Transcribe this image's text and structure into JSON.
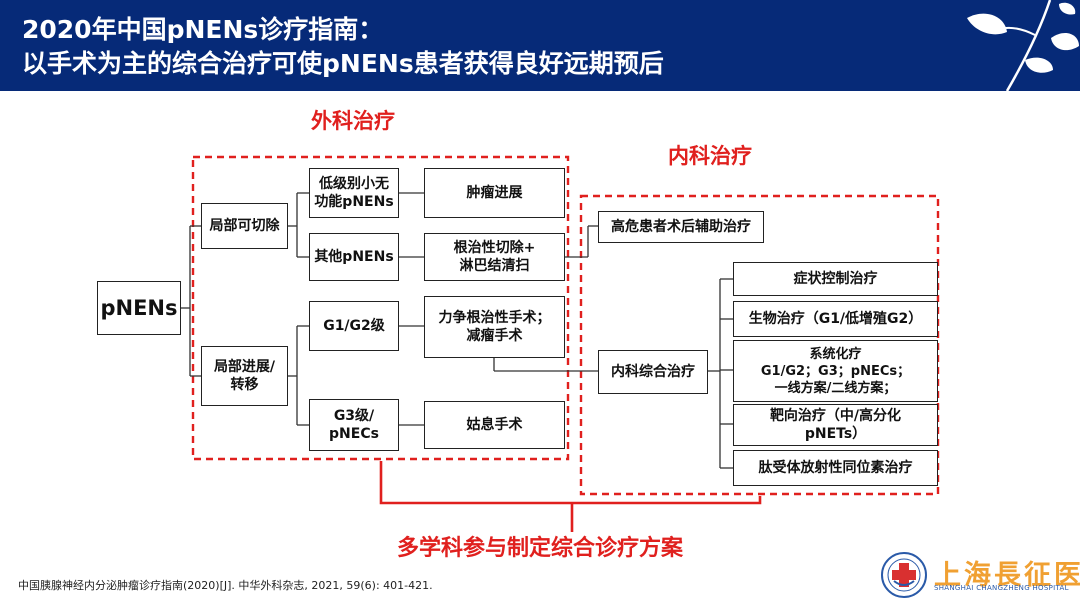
{
  "header": {
    "title_line1": "2020年中国pNENs诊疗指南：",
    "title_line2": "以手术为主的综合治疗可使pNENs患者获得良好远期预后"
  },
  "diagram": {
    "surgery_label": "外科治疗",
    "internal_label": "内科治疗",
    "bottom_label": "多学科参与制定综合诊疗方案",
    "nodes": {
      "pnens": "pNENs",
      "local_resectable": "局部可切除",
      "local_advanced": "局部进展/\n转移",
      "low_grade": "低级别小无\n功能pNENs",
      "other_pnens": "其他pNENs",
      "g1g2": "G1/G2级",
      "g3": "G3级/\npNECs",
      "tumor_progress": "肿瘤进展",
      "radical_resection": "根治性切除+\n淋巴结清扫",
      "strive_radical": "力争根治性手术；\n减瘤手术",
      "palliative": "姑息手术",
      "high_risk_adjuvant": "高危患者术后辅助治疗",
      "internal_comprehensive": "内科综合治疗",
      "symptom_control": "症状控制治疗",
      "biologic": "生物治疗（G1/低增殖G2）",
      "systemic": "系统化疗\nG1/G2；G3；pNECs；\n一线方案/二线方案；",
      "targeted": "靶向治疗（中/高分化\npNETs）",
      "prrt": "肽受体放射性同位素治疗"
    }
  },
  "footer": {
    "reference": "中国胰腺神经内分泌肿瘤诊疗指南(2020)[J]. 中华外科杂志, 2021, 59(6): 401-421.",
    "hospital_name": "上海長征医院",
    "hospital_name_en": "SHANGHAI CHANGZHENG HOSPITAL"
  },
  "colors": {
    "header_bg": "#062a78",
    "accent_red": "#e0201e",
    "hospital_orange": "#f0a032"
  },
  "icons": [
    "leaf-decoration-icon",
    "hospital-logo-icon"
  ]
}
